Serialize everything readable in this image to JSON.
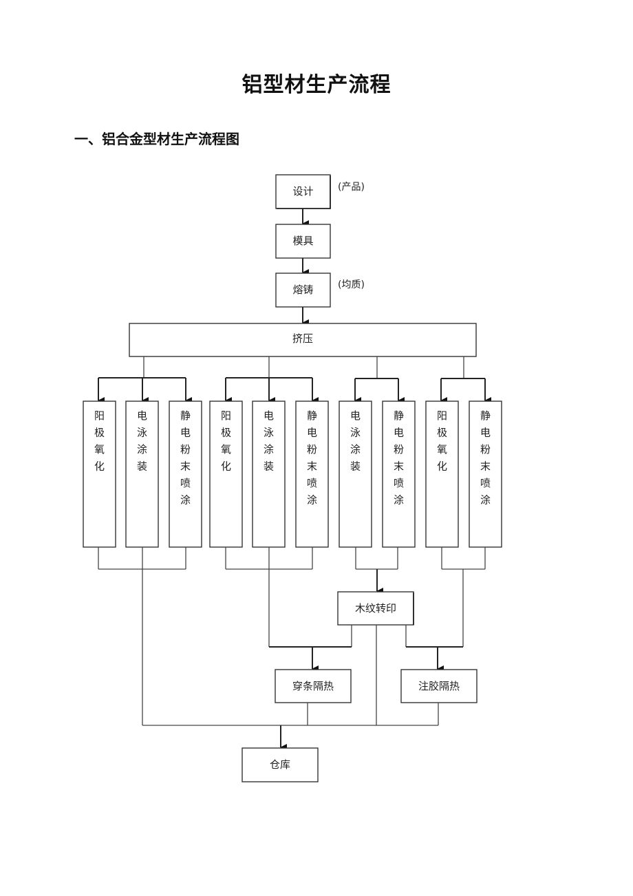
{
  "document": {
    "title": "铝型材生产流程",
    "section_heading": "一、铝合金型材生产流程图"
  },
  "flowchart": {
    "steps": {
      "design": "设计",
      "design_note": "(产品)",
      "mold": "模具",
      "casting": "熔铸",
      "casting_note": "(均质)",
      "extrusion": "挤压",
      "wood_grain_transfer": "木纹转印",
      "thermal_break_strip": "穿条隔热",
      "thermal_break_pour": "注胶隔热",
      "warehouse": "仓库"
    },
    "surface_treatment_groups": [
      {
        "boxes": [
          "阳极氧化",
          "电泳涂装",
          "静电粉末喷涂"
        ]
      },
      {
        "boxes": [
          "阳极氧化",
          "电泳涂装",
          "静电粉末喷涂"
        ]
      },
      {
        "boxes": [
          "电泳涂装",
          "静电粉末喷涂"
        ]
      },
      {
        "boxes": [
          "阳极氧化",
          "静电粉末喷涂"
        ]
      }
    ]
  }
}
